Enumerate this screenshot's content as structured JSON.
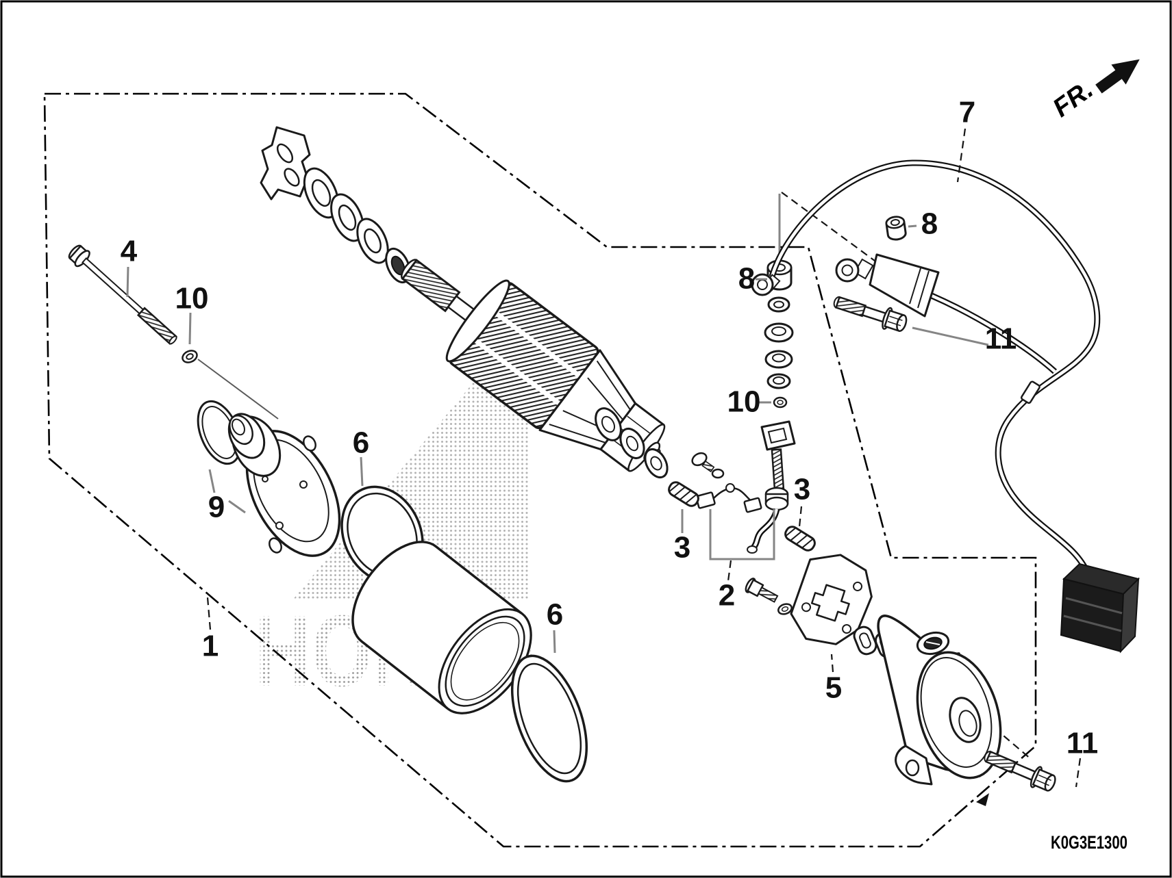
{
  "watermark": "HONDA",
  "diagram_code": "K0G3E1300",
  "direction_indicator": {
    "label": "FR."
  },
  "callouts": [
    {
      "label": "4"
    },
    {
      "label": "10"
    },
    {
      "label": "9"
    },
    {
      "label": "1"
    },
    {
      "label": "6"
    },
    {
      "label": "6"
    },
    {
      "label": "3"
    },
    {
      "label": "2"
    },
    {
      "label": "3"
    },
    {
      "label": "10"
    },
    {
      "label": "8"
    },
    {
      "label": "8"
    },
    {
      "label": "5"
    },
    {
      "label": "7"
    },
    {
      "label": "11"
    },
    {
      "label": "11"
    }
  ],
  "colors": {
    "background": "#ffffff",
    "line": "#1a1a1a",
    "leader": "#858585",
    "watermark_dot": "#666666"
  }
}
